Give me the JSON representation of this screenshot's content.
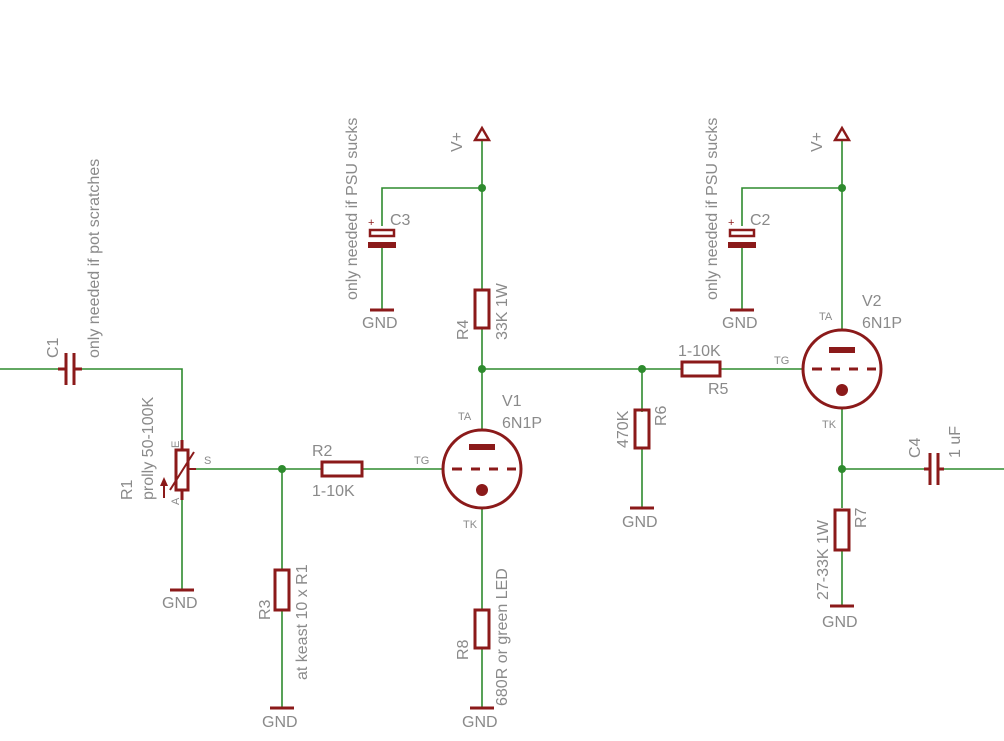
{
  "colors": {
    "wire": "#2e8b2e",
    "component": "#8b1a1a",
    "text": "#8a8a8a",
    "background": "#ffffff"
  },
  "labels": {
    "c1_name": "C1",
    "c1_note": "only needed if pot scratches",
    "r1_name": "R1",
    "r1_value": "prolly 50-100K",
    "pot_pin_e": "E",
    "pot_pin_a": "A",
    "pot_pin_s": "S",
    "gnd": "GND",
    "r2_name": "R2",
    "r2_value": "1-10K",
    "r3_name": "R3",
    "r3_value": "at keast 10 x R1",
    "vplus": "V+",
    "c3_name": "C3",
    "c3_note": "only needed if PSU sucks",
    "r4_name": "R4",
    "r4_value": "33K 1W",
    "v1_name": "V1",
    "v1_type": "6N1P",
    "pin_ta": "TA",
    "pin_tg": "TG",
    "pin_tk": "TK",
    "r8_name": "R8",
    "r8_value": "680R or green LED",
    "r6_name": "R6",
    "r6_value": "470K",
    "r5_name": "R5",
    "r5_value": "1-10K",
    "c2_name": "C2",
    "c2_note": "only needed if PSU sucks",
    "v2_name": "V2",
    "v2_type": "6N1P",
    "c4_name": "C4",
    "c4_value": "1 uF",
    "r7_name": "R7",
    "r7_value": "27-33K 1W",
    "plus_sign": "+"
  }
}
